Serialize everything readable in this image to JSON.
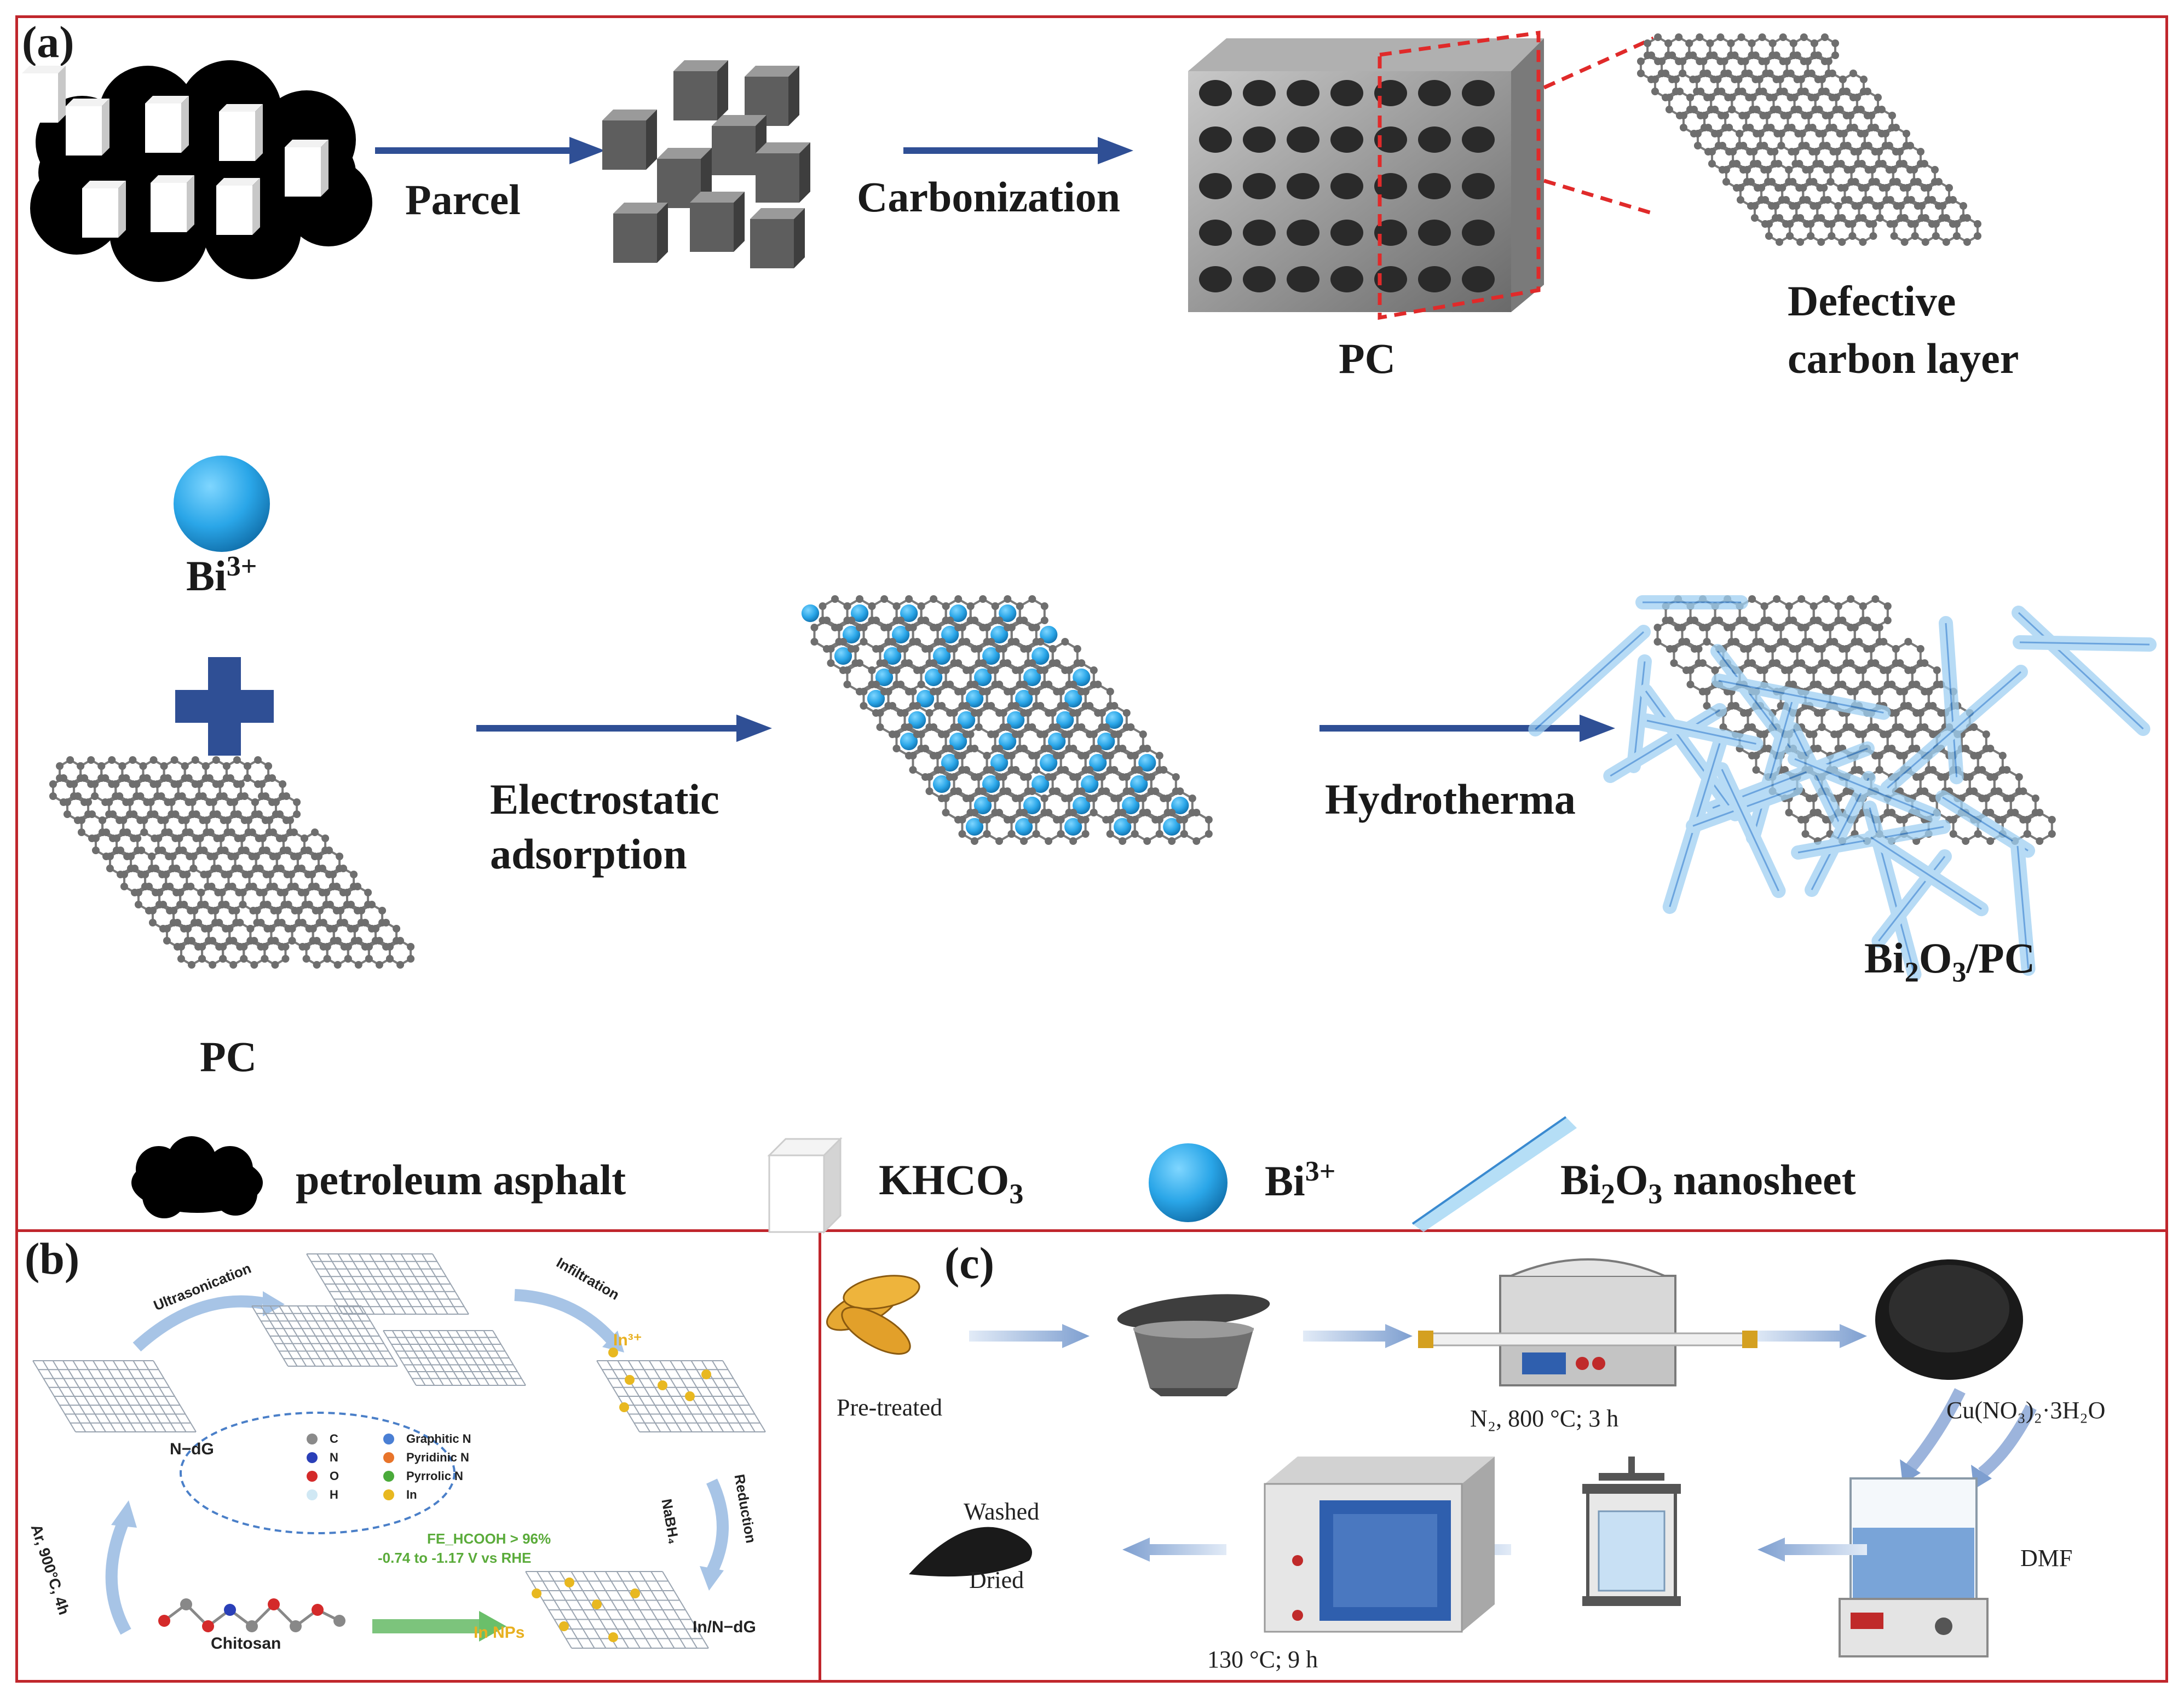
{
  "panels": {
    "a": {
      "letter": "(a)",
      "step_parcel": "Parcel",
      "step_carbonization": "Carbonization",
      "pc_top": "PC",
      "defective_line1": "Defective",
      "defective_line2": "carbon layer",
      "bi_ion_base": "Bi",
      "bi_ion_sup": "3+",
      "pc_bottom": "PC",
      "electrostatic_line1": "Electrostatic",
      "electrostatic_line2": "adsorption",
      "hydrotherma": "Hydrotherma",
      "product_parts": [
        "Bi",
        "2",
        "O",
        "3",
        "/PC"
      ]
    },
    "legend": {
      "asphalt": "petroleum asphalt",
      "khco3_base": "KHCO",
      "khco3_sub": "3",
      "bi_base": "Bi",
      "bi_sup": "3+",
      "nanosheet_parts": [
        "Bi",
        "2",
        "O",
        "3",
        " nanosheet"
      ]
    },
    "b": {
      "letter": "(b)",
      "ultrasonication": "Ultrasonication",
      "infiltration": "Infiltration",
      "in3": "In³⁺",
      "ndg": "N−dG",
      "ar": "Ar, 900°C, 4h",
      "nabh4": "NaBH₄",
      "reduction": "Reduction",
      "chitosan": "Chitosan",
      "in_nps": "In NPs",
      "in_ndg": "In/N−dG",
      "fe": "FE_HCOOH > 96%",
      "range": "-0.74 to -1.17 V vs RHE",
      "legend_items": [
        "C",
        "N",
        "O",
        "H",
        "Graphitic N",
        "Pyridinic N",
        "Pyrrolic N",
        "In"
      ],
      "legend_colors": [
        "#8a8a8a",
        "#2a3fb8",
        "#d42a2a",
        "#d0e8f4",
        "#4a7fd4",
        "#e8742a",
        "#4aaa3a",
        "#e8b820"
      ]
    },
    "c": {
      "letter": "(c)",
      "pretreated": "Pre-treated",
      "n2": "N₂, 800 °C; 3 h",
      "cu": "Cu(NO₃)₂·3H₂O",
      "dmf": "DMF",
      "washed": "Washed",
      "dried": "Dried",
      "oven": "130 °C; 9 h"
    }
  },
  "colors": {
    "frame": "#c0262c",
    "arrow": "#2f4f95",
    "bi_sphere": "#2aa6e8",
    "carbon_node": "#6e6e6e"
  }
}
